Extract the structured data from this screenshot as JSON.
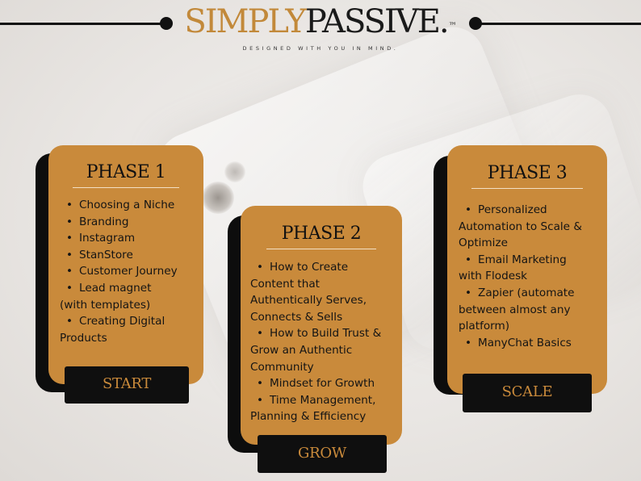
{
  "brand": {
    "name_part1": "SIMPLY",
    "name_part2": "PASSIVE.",
    "trademark": "TM",
    "tagline": "DESIGNED WITH YOU IN MIND."
  },
  "colors": {
    "accent": "#c98a3b",
    "dark": "#0f0f0f",
    "background": "#eceae7"
  },
  "phases": [
    {
      "title": "PHASE 1",
      "items": [
        "Choosing a Niche",
        "Branding",
        "Instagram",
        "StanStore",
        "Customer Journey",
        "Lead magnet (with templates)",
        "Creating Digital Products"
      ],
      "stage": "START"
    },
    {
      "title": "PHASE 2",
      "items": [
        "How to Create Content that Authentically Serves, Connects & Sells",
        "How to Build Trust & Grow an Authentic Community",
        "Mindset for Growth",
        "Time Management, Planning & Efficiency"
      ],
      "stage": "GROW"
    },
    {
      "title": "PHASE 3",
      "items": [
        "Personalized Automation to Scale & Optimize",
        "Email Marketing with Flodesk",
        "Zapier (automate between almost any platform)",
        "ManyChat Basics"
      ],
      "stage": "SCALE"
    }
  ]
}
